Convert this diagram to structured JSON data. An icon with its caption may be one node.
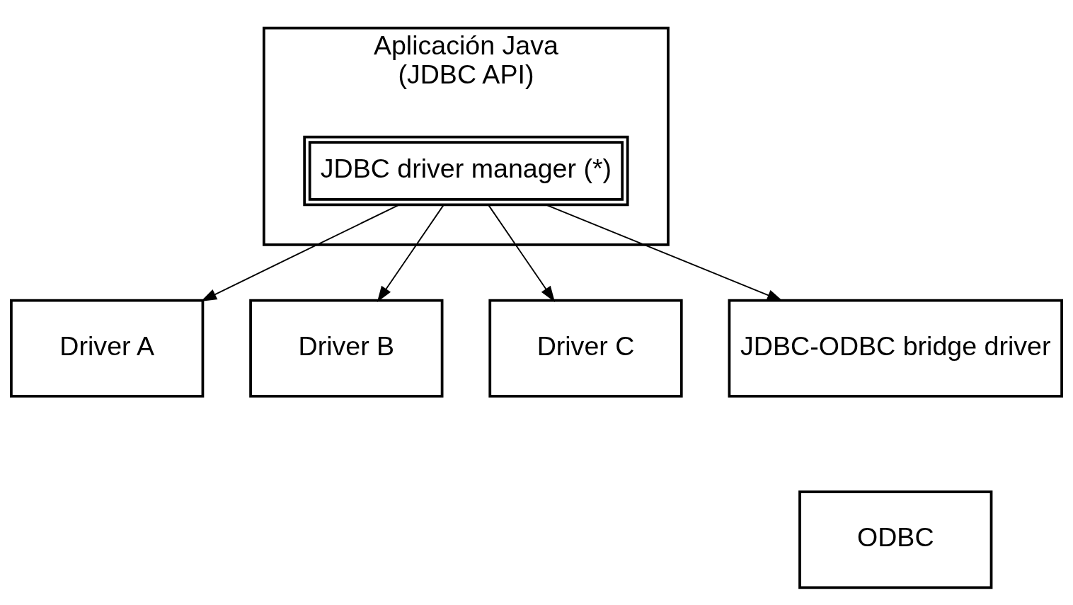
{
  "diagram": {
    "nodes": [
      {
        "text": [
          "Aplicación Java",
          "(JDBC API)"
        ]
      },
      {
        "text": [
          "JDBC driver manager (*)"
        ],
        "in": 0
      },
      {
        "text": [
          "Driver A"
        ]
      },
      {
        "text": [
          "Driver B"
        ]
      },
      {
        "text": [
          "Driver C"
        ]
      },
      {
        "text": [
          "JDBC-ODBC bridge driver"
        ]
      },
      {
        "text": [
          "ODBC"
        ]
      }
    ],
    "edges": [
      {
        "from": 1,
        "to": 2,
        "arrow": "to"
      },
      {
        "from": 1,
        "to": 3,
        "arrow": "to"
      },
      {
        "from": 1,
        "to": 4,
        "arrow": "to"
      },
      {
        "from": 1,
        "to": 5,
        "arrow": "to"
      }
    ]
  }
}
